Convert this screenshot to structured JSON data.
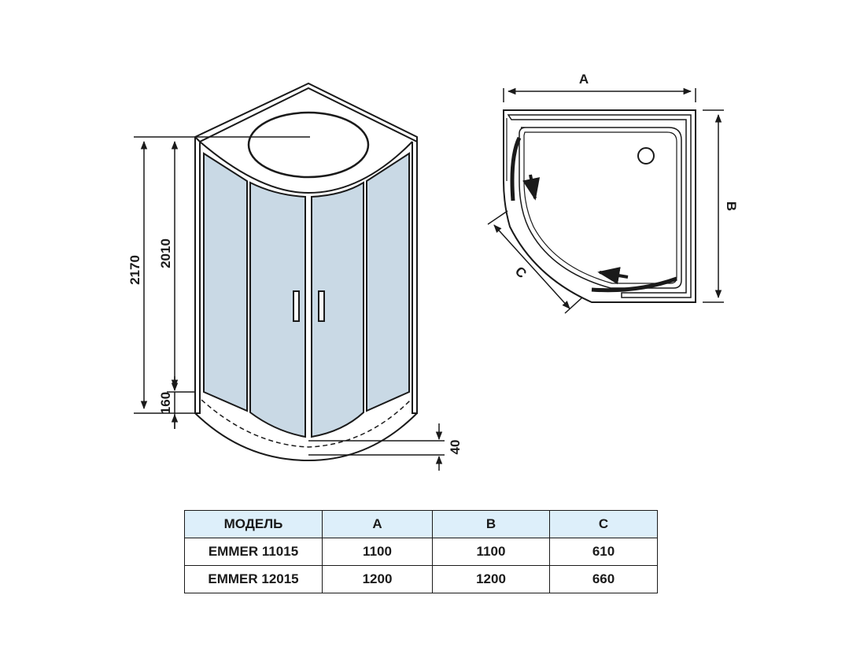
{
  "dimensions": {
    "height_total": "2170",
    "height_door": "2010",
    "height_base": "160",
    "tray_depth": "40",
    "width_a": "A",
    "width_b": "B",
    "width_c": "C"
  },
  "table": {
    "headers": [
      "МОДЕЛЬ",
      "A",
      "B",
      "C"
    ],
    "rows": [
      [
        "EMMER 11015",
        "1100",
        "1100",
        "610"
      ],
      [
        "EMMER 12015",
        "1200",
        "1200",
        "660"
      ]
    ]
  },
  "colors": {
    "glass": "#c9d9e5",
    "header": "#ddeffa",
    "stroke": "#1a1a1a"
  }
}
